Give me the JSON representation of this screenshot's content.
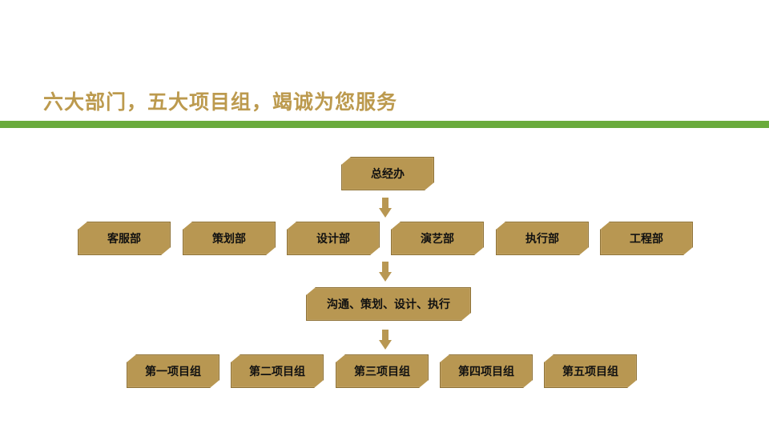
{
  "title": "六大部门，五大项目组，竭诚为您服务",
  "org": {
    "top": "总经办",
    "departments": [
      "客服部",
      "策划部",
      "设计部",
      "演艺部",
      "执行部",
      "工程部"
    ],
    "process": "沟通、策划、设计、执行",
    "groups": [
      "第一项目组",
      "第二项目组",
      "第三项目组",
      "第四项目组",
      "第五项目组"
    ]
  },
  "colors": {
    "title": "#bc9a4e",
    "rule": "#6aab3c",
    "box": "#b89752",
    "arrow": "#b89752"
  }
}
